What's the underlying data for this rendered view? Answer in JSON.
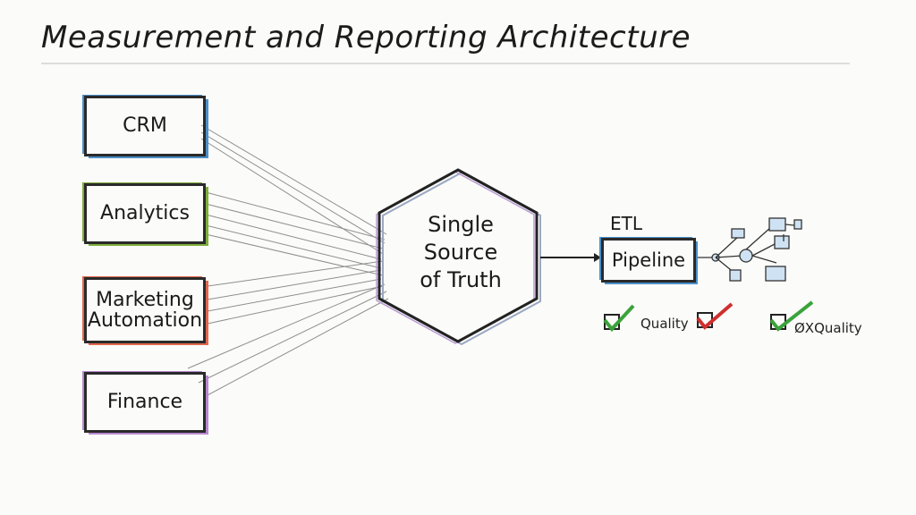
{
  "title": "Measurement and Reporting Architecture",
  "sources": [
    {
      "label": "CRM",
      "accent": "#4a8fc9"
    },
    {
      "label": "Analytics",
      "accent": "#7fae3a"
    },
    {
      "label": "Marketing\nAutomation",
      "accent": "#e2664d"
    },
    {
      "label": "Finance",
      "accent": "#b888cf"
    }
  ],
  "hub": {
    "label": "Single\nSource\nof Truth"
  },
  "etl": {
    "label": "ETL",
    "pipeline_label": "Pipeline"
  },
  "quality_checks": [
    {
      "label": "Quality",
      "color": "#3aa33a"
    },
    {
      "label": "",
      "color": "#cf2f2f"
    },
    {
      "label": "ØXQuality",
      "color": "#3aa33a"
    }
  ],
  "icons": {
    "arrow": "right-arrow-icon",
    "network": "network-diagram-icon",
    "check": "checkmark-icon"
  }
}
